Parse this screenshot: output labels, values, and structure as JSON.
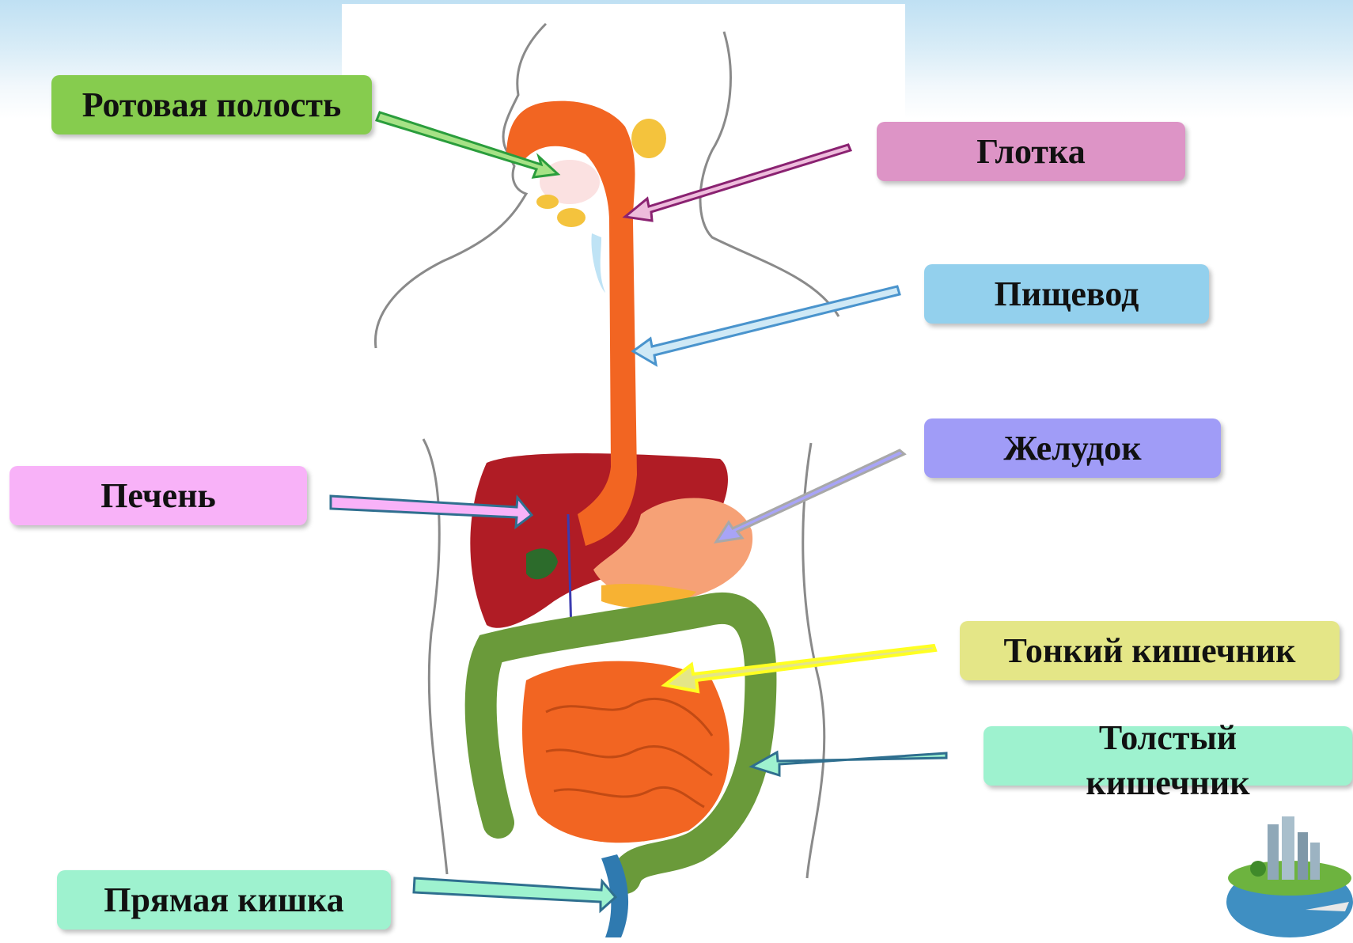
{
  "labels": {
    "mouth": "Ротовая полость",
    "pharynx": "Глотка",
    "esophagus": "Пищевод",
    "stomach": "Желудок",
    "liver": "Печень",
    "small_intestine": "Тонкий кишечник",
    "large_intestine": "Толстый кишечник",
    "rectum": "Прямая кишка"
  },
  "colors": {
    "mouth": "#86cc4e",
    "pharynx": "#dd94c6",
    "esophagus": "#93d0ed",
    "stomach": "#a09cf7",
    "liver": "#f8b2f8",
    "small_intestine": "#e4e687",
    "large_intestine": "#9ef2cf",
    "rectum": "#9ef2cf",
    "organ_orange": "#f26522",
    "liver_red": "#b01c25",
    "colon_green": "#6a9a3a"
  },
  "icons": [
    "city-globe-icon"
  ]
}
